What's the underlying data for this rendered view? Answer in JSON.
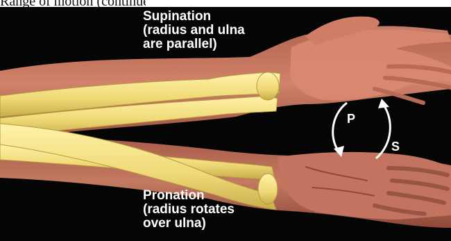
{
  "caption_fragment": "Range of motion (continued)",
  "supination": {
    "title": "Supination",
    "line2": "(radius and ulna",
    "line3": "are parallel)"
  },
  "pronation": {
    "title": "Pronation",
    "line2": "(radius rotates",
    "line3": "over ulna)"
  },
  "rotation_arrows": {
    "p_label": "P",
    "s_label": "S"
  },
  "colors": {
    "background": "#050505",
    "skin": "#c9735c",
    "bone": "#f3e38a",
    "label_text": "#ffffff"
  }
}
